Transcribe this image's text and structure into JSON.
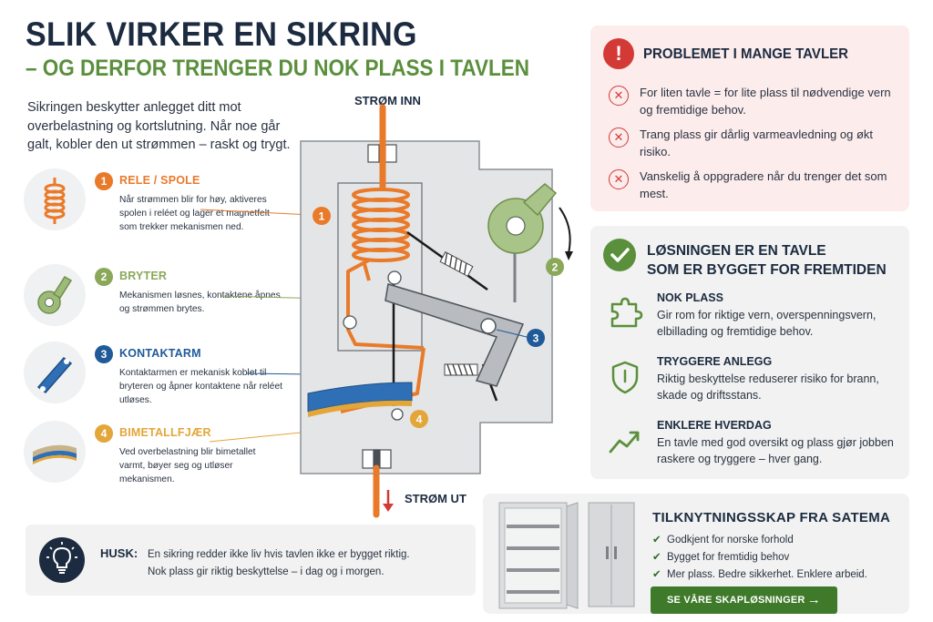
{
  "header": {
    "title": "SLIK VIRKER EN SIKRING",
    "subtitle": "– OG DERFOR TRENGER DU NOK PLASS I TAVLEN",
    "intro": "Sikringen beskytter anlegget ditt mot overbelastning og kortslutning. Når noe går galt, kobler den ut strømmen – raskt og trygt."
  },
  "legend": [
    {
      "num": "1",
      "title": "RELE / SPOLE",
      "text": "Når strømmen blir for høy, aktiveres spolen i reléet og lager et magnetfelt som trekker mekanismen ned.",
      "color": "#e97a2a"
    },
    {
      "num": "2",
      "title": "BRYTER",
      "text": "Mekanismen løsnes, kontaktene åpnes og strømmen brytes.",
      "color": "#8aa85a"
    },
    {
      "num": "3",
      "title": "KONTAKTARM",
      "text": "Kontaktarmen er mekanisk koblet til bryteren og åpner kontaktene når reléet utløses.",
      "color": "#1f5a99"
    },
    {
      "num": "4",
      "title": "BIMETALLFJÆR",
      "text": "Ved overbelastning blir bimetallet varmt, bøyer seg og utløser mekanismen.",
      "color": "#e3a63a"
    }
  ],
  "diagram": {
    "label_in": "STRØM INN",
    "label_out": "STRØM UT",
    "markers": [
      "1",
      "2",
      "3",
      "4"
    ]
  },
  "problem": {
    "icon": "!",
    "title": "PROBLEMET I MANGE TAVLER",
    "items": [
      "For liten tavle = for lite plass til nødvendige vern og fremtidige behov.",
      "Trang plass gir dårlig varmeavledning og økt risiko.",
      "Vanskelig å oppgradere når du trenger det som mest."
    ]
  },
  "solution": {
    "title_line1": "LØSNINGEN ER EN TAVLE",
    "title_line2": "SOM ER BYGGET FOR FREMTIDEN",
    "items": [
      {
        "head": "NOK PLASS",
        "text": "Gir rom for riktige vern, overspenningsvern, elbillading og fremtidige behov.",
        "icon": "puzzle-icon"
      },
      {
        "head": "TRYGGERE ANLEGG",
        "text": "Riktig beskyttelse reduserer risiko for brann, skade og driftsstans.",
        "icon": "shield-icon"
      },
      {
        "head": "ENKLERE HVERDAG",
        "text": "En tavle med god oversikt og plass gjør jobben raskere og tryggere – hver gang.",
        "icon": "trend-up-icon"
      }
    ]
  },
  "husk": {
    "label": "HUSK:",
    "line1": "En sikring redder ikke liv hvis tavlen ikke er bygget riktig.",
    "line2": "Nok plass gir riktig beskyttelse – i dag og i morgen."
  },
  "cabinet": {
    "title": "TILKNYTNINGSSKAP FRA SATEMA",
    "items": [
      "Godkjent for norske forhold",
      "Bygget for fremtidig behov",
      "Mer plass. Bedre sikkerhet. Enklere arbeid."
    ],
    "button": "SE VÅRE SKAPLØSNINGER"
  },
  "colors": {
    "navy": "#1c2b40",
    "green": "#5a8f3c",
    "orange": "#e97a2a",
    "blue": "#1f5a99",
    "yellow": "#e3a63a",
    "red": "#d33a35"
  }
}
